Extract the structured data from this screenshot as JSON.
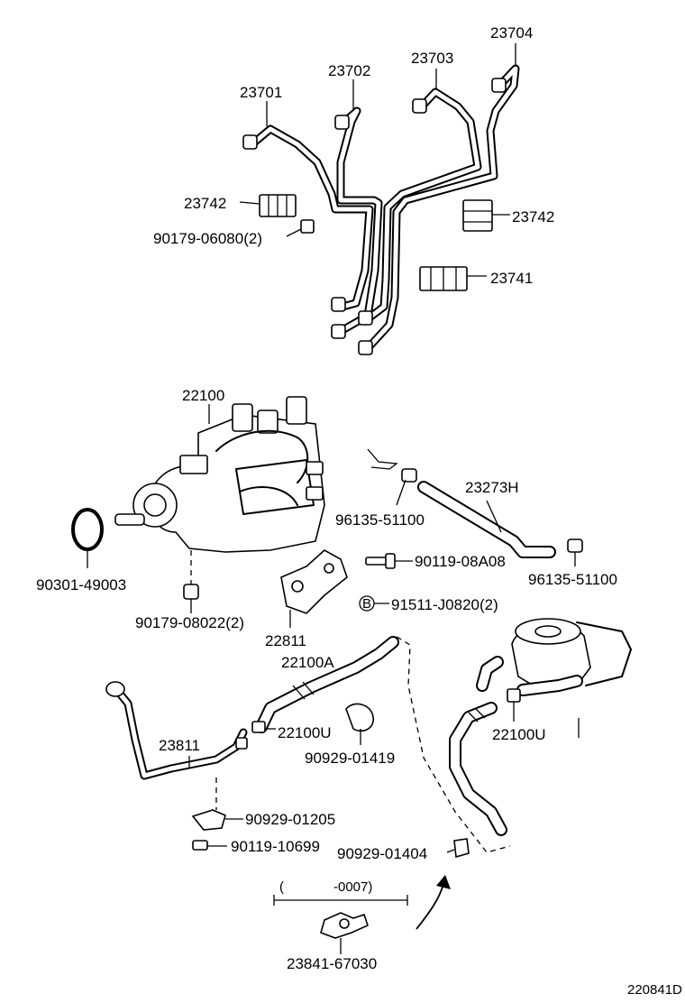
{
  "diagram_id": "220841D",
  "labels": {
    "p23701": "23701",
    "p23702": "23702",
    "p23703": "23703",
    "p23704": "23704",
    "p23742_left": "23742",
    "p23742_right": "23742",
    "p90179_06080": "90179-06080(2)",
    "p23741": "23741",
    "p22100": "22100",
    "p23273H": "23273H",
    "p96135_top": "96135-51100",
    "p96135_right": "96135-51100",
    "p90119_08A08": "90119-08A08",
    "p90301_49003": "90301-49003",
    "p91511_J0820": "91511-J0820(2)",
    "p90179_08022": "90179-08022(2)",
    "p22811": "22811",
    "p22100A": "22100A",
    "p22100U_left": "22100U",
    "p22100U_right": "22100U",
    "p23811": "23811",
    "p90929_01419": "90929-01419",
    "p90929_01205": "90929-01205",
    "p90119_10699": "90119-10699",
    "p90929_01404": "90929-01404",
    "p23841_67030": "23841-67030",
    "bolt_marker": "B",
    "date_range_open": "(",
    "date_range_value": "-0007)"
  }
}
